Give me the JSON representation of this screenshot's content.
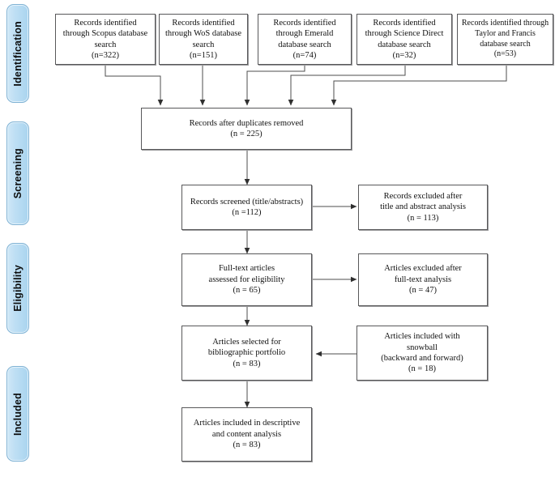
{
  "diagram": {
    "type": "prisma-flow-diagram",
    "background_color": "#ffffff",
    "box_border_color": "#58585a",
    "pill_fill_color": "#bfdff4",
    "pill_border_color": "#7fb2d4",
    "connector_color": "#4d4d4d"
  },
  "stages": [
    {
      "id": "identification",
      "label": "Identification"
    },
    {
      "id": "screening",
      "label": "Screening"
    },
    {
      "id": "eligibility",
      "label": "Eligibility"
    },
    {
      "id": "included",
      "label": "Included"
    }
  ],
  "sources": [
    {
      "id": "scopus",
      "text": "Records identified\nthrough Scopus database\nsearch\n(n=322)",
      "count": 322
    },
    {
      "id": "wos",
      "text": "Records identified\nthrough WoS database\nsearch\n(n=151)",
      "count": 151
    },
    {
      "id": "emerald",
      "text": "Records identified\nthrough Emerald\ndatabase search\n(n=74)",
      "count": 74
    },
    {
      "id": "science-direct",
      "text": "Records identified\nthrough Science Direct\ndatabase search\n(n=32)",
      "count": 32
    },
    {
      "id": "taylor-francis",
      "text": "Records identified through\nTaylor and Francis\ndatabase search\n(n=53)",
      "count": 53
    }
  ],
  "flow": {
    "duplicates_removed": {
      "text": "Records after duplicates removed\n(n = 225)",
      "count": 225
    },
    "records_screened": {
      "text": "Records screened (title/abstracts)\n(n =112)",
      "count": 112
    },
    "records_excluded": {
      "text": "Records excluded after\ntitle and abstract analysis\n(n = 113)",
      "count": 113
    },
    "fulltext_assessed": {
      "text": "Full-text articles\nassessed for eligibility\n(n = 65)",
      "count": 65
    },
    "articles_excluded": {
      "text": "Articles excluded after\nfull-text analysis\n(n = 47)",
      "count": 47
    },
    "portfolio_selected": {
      "text": "Articles selected for\nbibliographic portfolio\n(n = 83)",
      "count": 83
    },
    "snowball_included": {
      "text": "Articles included with\nsnowball\n(backward and forward)\n(n = 18)",
      "count": 18
    },
    "final_included": {
      "text": "Articles included in descriptive\nand content analysis\n(n = 83)",
      "count": 83
    }
  }
}
